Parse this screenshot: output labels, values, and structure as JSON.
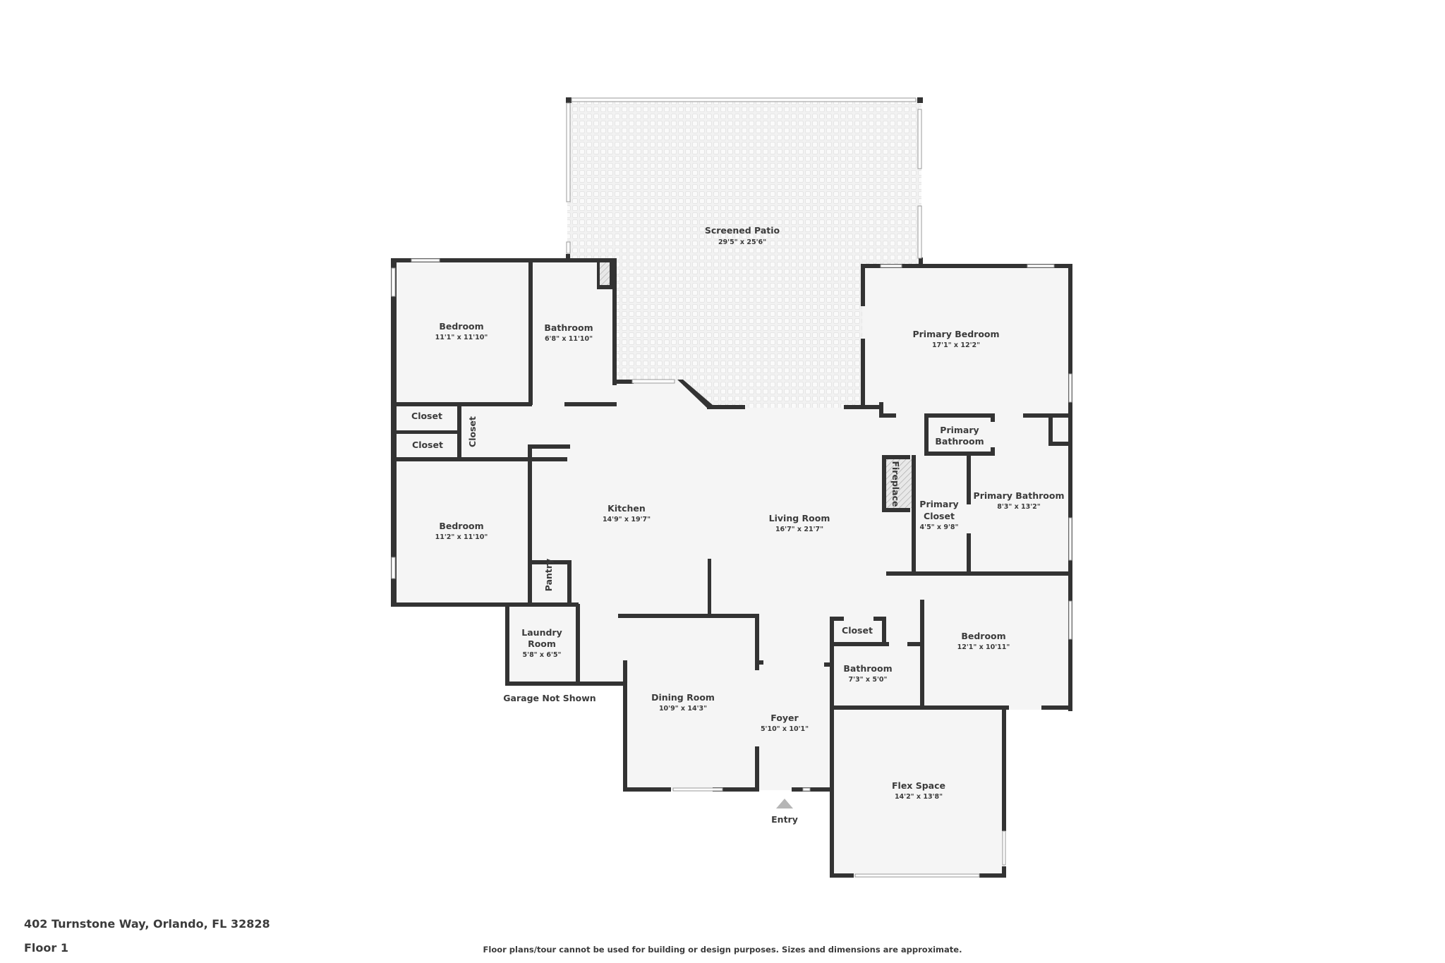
{
  "floorplan": {
    "colors": {
      "wall": "#333333",
      "floor": "#f5f5f5",
      "patio_tile": "#e6e6e6",
      "background": "#ffffff",
      "entry_marker": "#b5b5b5",
      "text": "#3b3b3b"
    },
    "rooms": [
      {
        "name": "Screened Patio",
        "dims": "29'5\" x 25'6\""
      },
      {
        "name": "Bedroom",
        "dims": "11'1\" x 11'10\""
      },
      {
        "name": "Bathroom",
        "dims": "6'8\" x 11'10\""
      },
      {
        "name": "Primary Bedroom",
        "dims": "17'1\" x 12'2\""
      },
      {
        "name": "Closet",
        "dims": ""
      },
      {
        "name": "Closet",
        "dims": ""
      },
      {
        "name": "Closet",
        "dims": ""
      },
      {
        "name": "Primary Bathroom",
        "dims": ""
      },
      {
        "name": "Fireplace",
        "dims": ""
      },
      {
        "name": "Primary Closet",
        "dims": "4'5\" x 9'8\""
      },
      {
        "name": "Primary Bathroom",
        "dims": "8'3\" x 13'2\""
      },
      {
        "name": "Kitchen",
        "dims": "14'9\" x 19'7\""
      },
      {
        "name": "Living Room",
        "dims": "16'7\" x 21'7\""
      },
      {
        "name": "Bedroom",
        "dims": "11'2\" x 11'10\""
      },
      {
        "name": "Pantry",
        "dims": ""
      },
      {
        "name": "Laundry Room",
        "dims": "5'8\" x 6'5\""
      },
      {
        "name": "Closet",
        "dims": ""
      },
      {
        "name": "Bathroom",
        "dims": "7'3\" x 5'0\""
      },
      {
        "name": "Bedroom",
        "dims": "12'1\" x 10'11\""
      },
      {
        "name": "Dining Room",
        "dims": "10'9\" x 14'3\""
      },
      {
        "name": "Foyer",
        "dims": "5'10\" x 10'1\""
      },
      {
        "name": "Flex Space",
        "dims": "14'2\" x 13'8\""
      }
    ],
    "annotations": {
      "garage_note": "Garage Not Shown",
      "entry_label": "Entry"
    },
    "multiline": {
      "primary_bathroom_small_l1": "Primary",
      "primary_bathroom_small_l2": "Bathroom",
      "primary_closet_l1": "Primary",
      "primary_closet_l2": "Closet",
      "laundry_l1": "Laundry",
      "laundry_l2": "Room"
    }
  },
  "footer": {
    "address": "402 Turnstone Way, Orlando, FL 32828",
    "floor": "Floor 1",
    "disclaimer": "Floor plans/tour cannot be used for building or design purposes. Sizes and dimensions are approximate."
  }
}
